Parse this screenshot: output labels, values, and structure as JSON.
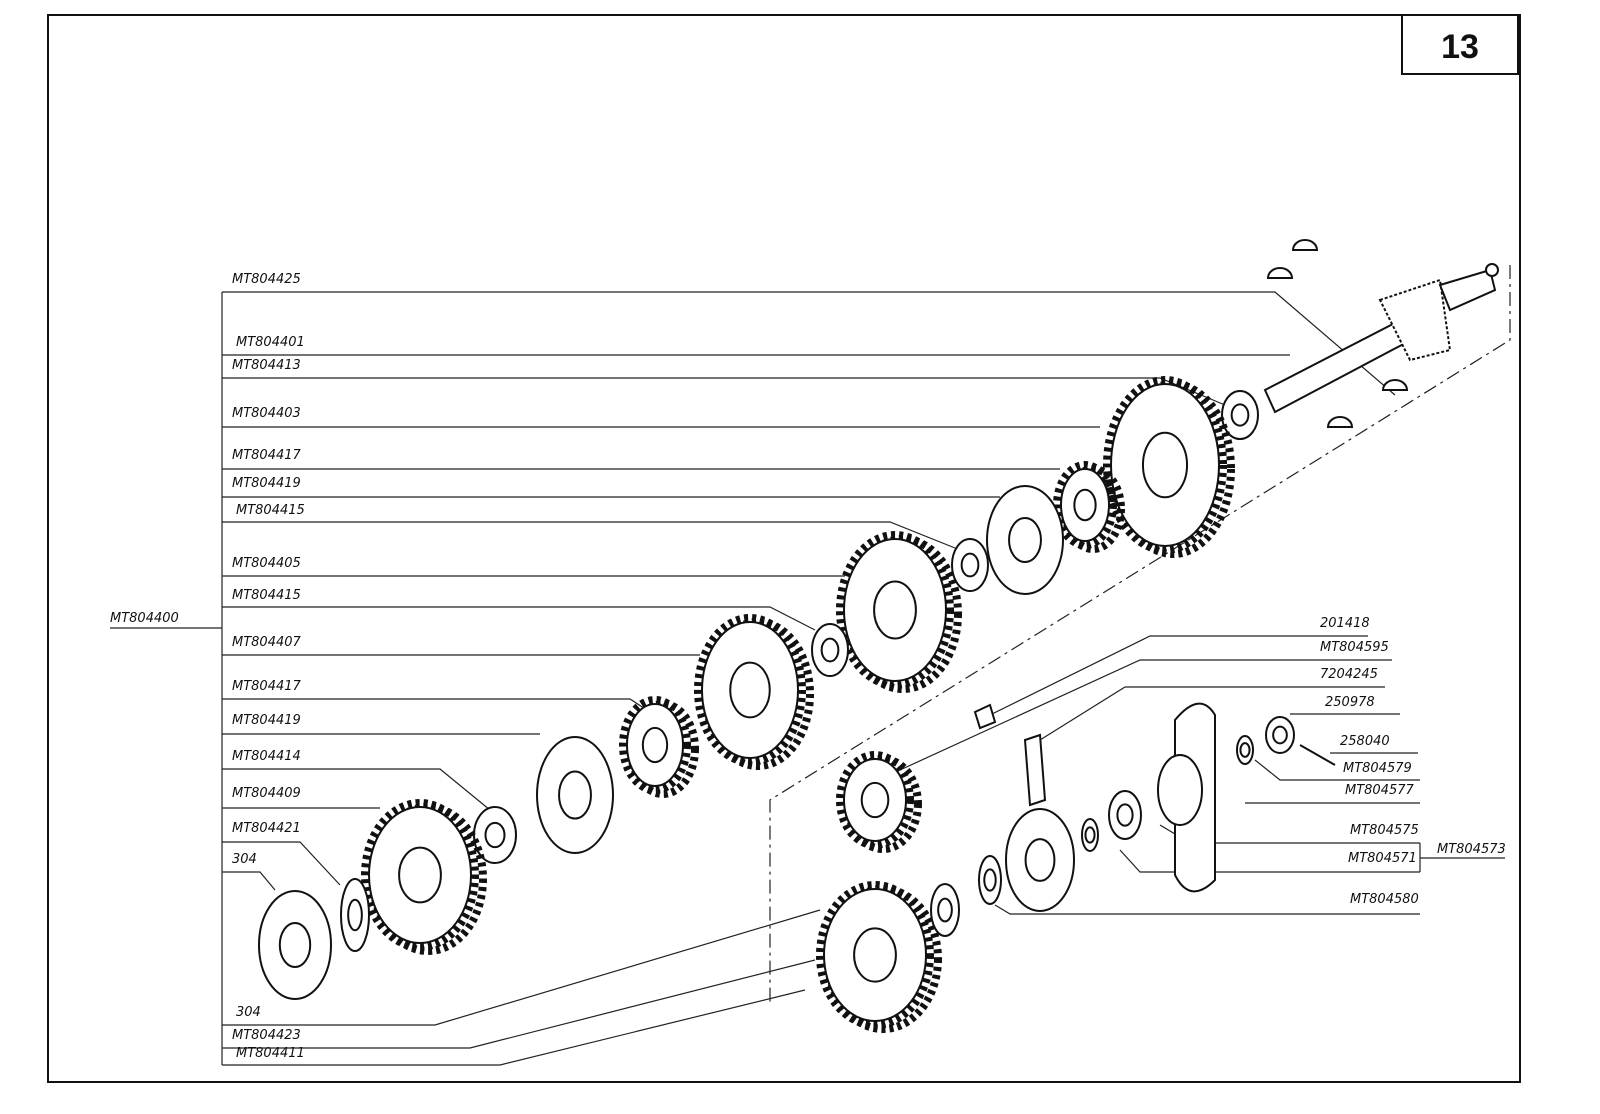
{
  "page_number": "13",
  "assembly_label": "MT804400",
  "left_labels": [
    "MT804425",
    "MT804401",
    "MT804413",
    "MT804403",
    "MT804417",
    "MT804419",
    "MT804415",
    "MT804405",
    "MT804415",
    "MT804407",
    "MT804417",
    "MT804419",
    "MT804414",
    "MT804409",
    "MT804421",
    "304",
    "304",
    "MT804423",
    "MT804411"
  ],
  "right_labels": [
    "201418",
    "MT804595",
    "7204245",
    "250978",
    "258040",
    "MT804579",
    "MT804577",
    "MT804575",
    "MT804571",
    "MT804580"
  ],
  "subassembly_label": "MT804573"
}
